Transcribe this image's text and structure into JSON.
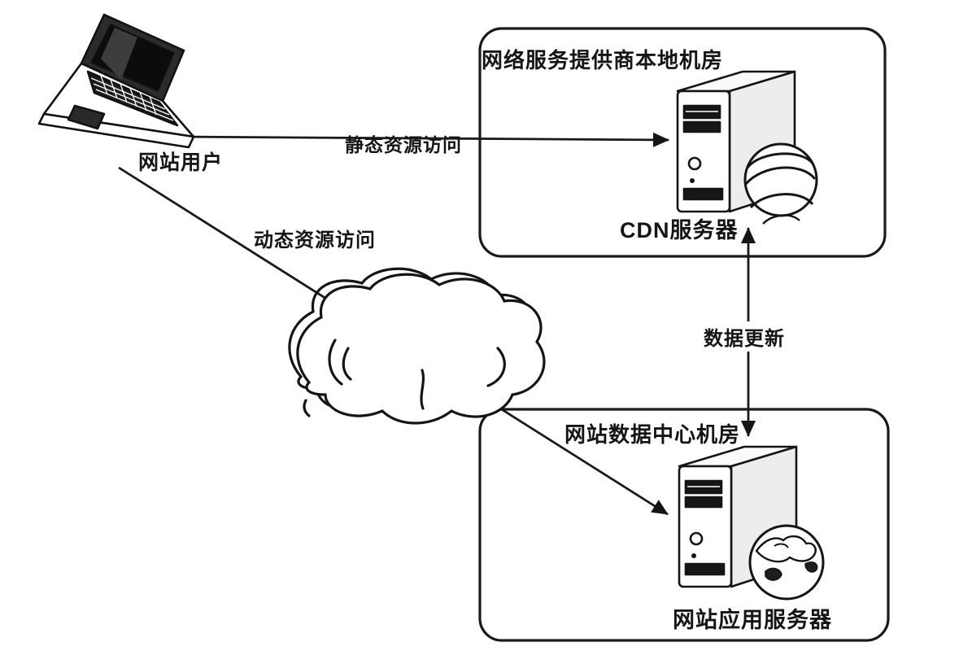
{
  "diagram": {
    "background": "#ffffff",
    "stroke_color": "#1a1a1a",
    "user": {
      "label": "网站用户"
    },
    "isp_room": {
      "title": "网络服务提供商本地机房",
      "server_label": "CDN服务器"
    },
    "datacenter_room": {
      "title": "网站数据中心机房",
      "server_label": "网站应用服务器"
    },
    "edges": {
      "static_access": {
        "label": "静态资源访问",
        "from": "网站用户",
        "to": "CDN服务器"
      },
      "dynamic_access": {
        "label": "动态资源访问",
        "from": "网站用户",
        "to": "网站应用服务器"
      },
      "data_update": {
        "label": "数据更新",
        "from": "CDN服务器",
        "to": "网站应用服务器",
        "bidirectional": true
      }
    },
    "icons": {
      "user": "laptop-icon",
      "cdn_server": "server-tower-icon",
      "cdn_globe": "striped-globe-icon",
      "app_server": "server-tower-icon",
      "app_globe": "earth-globe-icon",
      "network": "cloud-icon"
    }
  }
}
